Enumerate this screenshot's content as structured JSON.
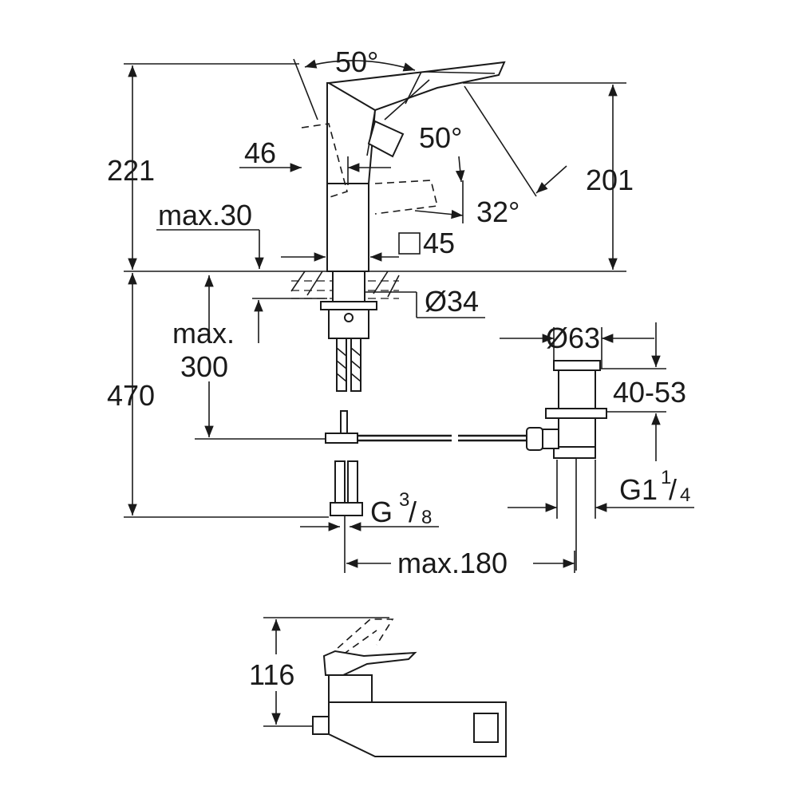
{
  "drawing": {
    "dimensions": {
      "height_total": "221",
      "height_spout": "201",
      "angle_lever": "50°",
      "angle_lever_down": "50°",
      "angle_swivel": "32°",
      "offset": "46",
      "max_deck": "max.30",
      "square_body": "45",
      "hole_diameter": "Ø34",
      "max_300_top": "max.",
      "max_300_bottom": "300",
      "length_470": "470",
      "waste_diameter": "Ø63",
      "waste_range": "40-53",
      "waste_thread_main": "G1",
      "waste_thread_num": "1",
      "waste_thread_den": "4",
      "supply_thread_main": "G",
      "supply_thread_num": "3",
      "supply_thread_den": "8",
      "max_180": "max.180",
      "height_side": "116"
    }
  }
}
